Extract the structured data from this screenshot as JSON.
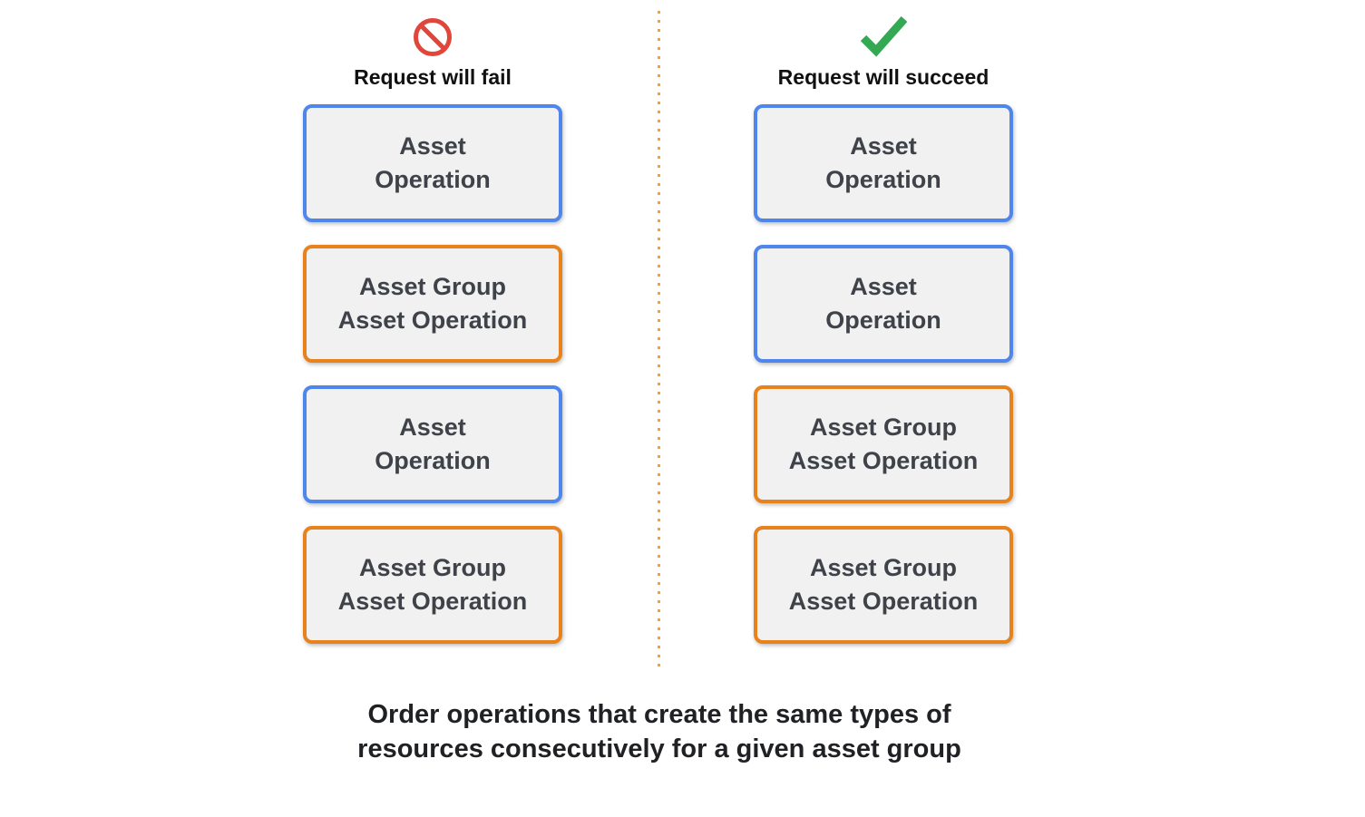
{
  "colors": {
    "blue": "#4F86EC",
    "orange": "#E8821D",
    "red": "#E2453A",
    "green": "#34A853",
    "box-fill": "#F1F1F1",
    "box-text": "#3F4349",
    "divider": "#E8A14C",
    "heading-text": "#111111",
    "caption-text": "#202124"
  },
  "columns": [
    {
      "icon": "prohibited-icon",
      "title": "Request will fail",
      "boxes": [
        {
          "type": "blue",
          "label": "Asset\nOperation"
        },
        {
          "type": "orange",
          "label": "Asset Group\nAsset Operation"
        },
        {
          "type": "blue",
          "label": "Asset\nOperation"
        },
        {
          "type": "orange",
          "label": "Asset Group\nAsset Operation"
        }
      ]
    },
    {
      "icon": "checkmark-icon",
      "title": "Request will succeed",
      "boxes": [
        {
          "type": "blue",
          "label": "Asset\nOperation"
        },
        {
          "type": "blue",
          "label": "Asset\nOperation"
        },
        {
          "type": "orange",
          "label": "Asset Group\nAsset Operation"
        },
        {
          "type": "orange",
          "label": "Asset Group\nAsset Operation"
        }
      ]
    }
  ],
  "caption": "Order operations that create the same types of\nresources consecutively for a given asset group"
}
